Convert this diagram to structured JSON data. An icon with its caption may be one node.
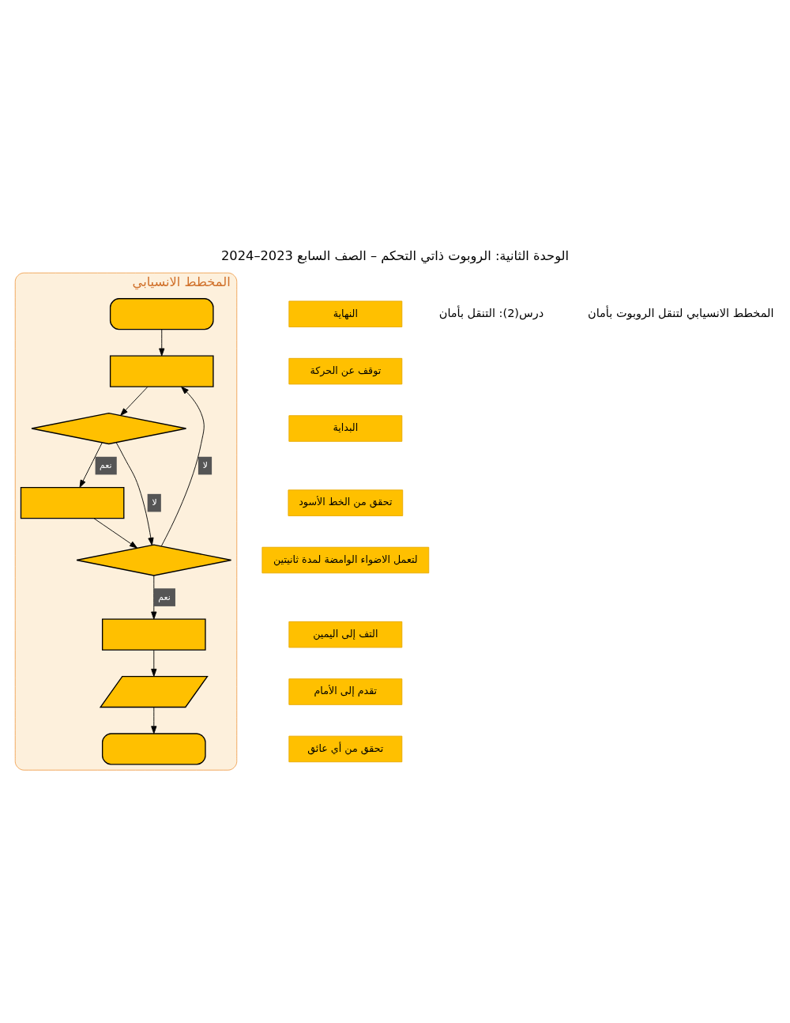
{
  "diagram": {
    "title": "الوحدة الثانية: الروبوت ذاتي التحكم – الصف السابع 2023–2024",
    "nodes": [
      {
        "text": [
          "المخطط الانسيابي"
        ]
      },
      {
        "text": [],
        "shape": "oval",
        "in": 0
      },
      {
        "text": [],
        "shape": "box",
        "in": 0
      },
      {
        "text": [],
        "shape": "diamond",
        "in": 0
      },
      {
        "text": [],
        "shape": "box",
        "in": 0
      },
      {
        "text": [],
        "shape": "diamond",
        "in": 0
      },
      {
        "text": [],
        "shape": "box",
        "in": 0
      },
      {
        "text": [],
        "shape": "parallelogram",
        "in": 0
      },
      {
        "text": [],
        "shape": "oval",
        "in": 0
      },
      {
        "text": [
          "النهاية"
        ]
      },
      {
        "text": [
          "توقف عن الحركة"
        ]
      },
      {
        "text": [
          "البداية"
        ]
      },
      {
        "text": [
          "تحقق من الخط الأسود"
        ]
      },
      {
        "text": [
          "لتعمل الاضواء الوامضة لمدة ثانيتين"
        ]
      },
      {
        "text": [
          "التف إلى اليمين"
        ]
      },
      {
        "text": [
          "تقدم إلى الأمام"
        ]
      },
      {
        "text": [
          "تحقق من أي عائق"
        ]
      }
    ],
    "edges": [
      {
        "from": 1,
        "to": 2,
        "arrow": "to"
      },
      {
        "from": 2,
        "to": 3,
        "arrow": "to"
      },
      {
        "from": 3,
        "to": 4,
        "arrow": "to",
        "label": "نعم"
      },
      {
        "from": 3,
        "to": 5,
        "arrow": "to",
        "label": "لا"
      },
      {
        "from": 4,
        "to": 5,
        "arrow": "to"
      },
      {
        "from": 5,
        "to": 2,
        "arrow": "to",
        "label": "لا"
      },
      {
        "from": 5,
        "to": 6,
        "arrow": "to",
        "label": "نعم"
      },
      {
        "from": 6,
        "to": 7,
        "arrow": "to"
      },
      {
        "from": 7,
        "to": 8,
        "arrow": "to"
      }
    ],
    "labels": [
      "درس(2): التنقل بأمان",
      "المخطط الانسيابي لتنقل الروبوت بأمان"
    ]
  }
}
